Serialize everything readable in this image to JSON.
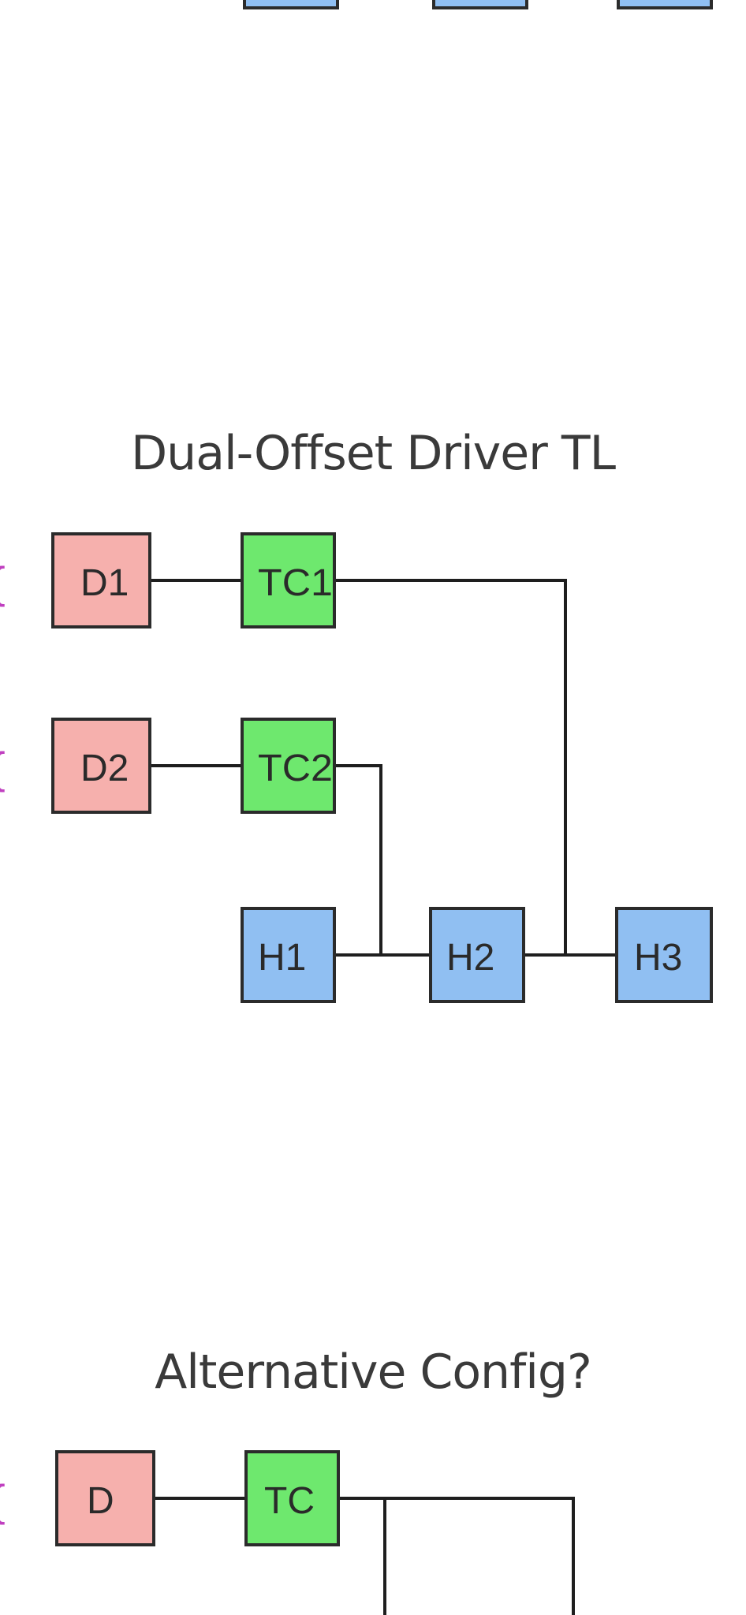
{
  "colors": {
    "driver": "#f6b0ad",
    "coupler": "#6ee86e",
    "head": "#90bff2",
    "wire": "#1e1e1e",
    "title": "#3a3a3a",
    "edge_mark": "#c040c0"
  },
  "top_section": {
    "boxes": [
      "head-box",
      "head-box",
      "head-box"
    ]
  },
  "diagram1": {
    "title": "Dual-Offset Driver TL",
    "boxes": {
      "d1": "D1",
      "tc1": "TC1",
      "d2": "D2",
      "tc2": "TC2",
      "h1": "H1",
      "h2": "H2",
      "h3": "H3"
    }
  },
  "diagram2": {
    "title": "Alternative Config?",
    "boxes": {
      "d": "D",
      "tc": "TC"
    }
  },
  "edge_marks": [
    "{",
    "{",
    "{"
  ]
}
